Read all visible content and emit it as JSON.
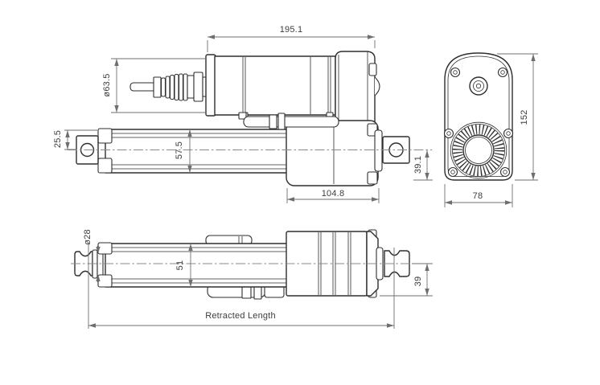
{
  "drawing": {
    "title": "Linear actuator dimensional drawing",
    "views": [
      "side-view",
      "end-view",
      "bottom-view"
    ],
    "colors": {
      "background": "#ffffff",
      "geometry_line": "#2e2e2e",
      "dimension_line": "#6f6f6f",
      "text": "#3d3d3d"
    }
  },
  "dims": {
    "motor_length": "195.1",
    "motor_dia": "ø63.5",
    "front_offset": "25.5",
    "body_height": "57.5",
    "gear_length": "104.8",
    "rear_offset": "39.1",
    "end_height": "152",
    "end_width": "78",
    "rod_dia": "ø28",
    "tube_height": "51",
    "pivot_offset": "39",
    "retracted": "Retracted Length"
  }
}
